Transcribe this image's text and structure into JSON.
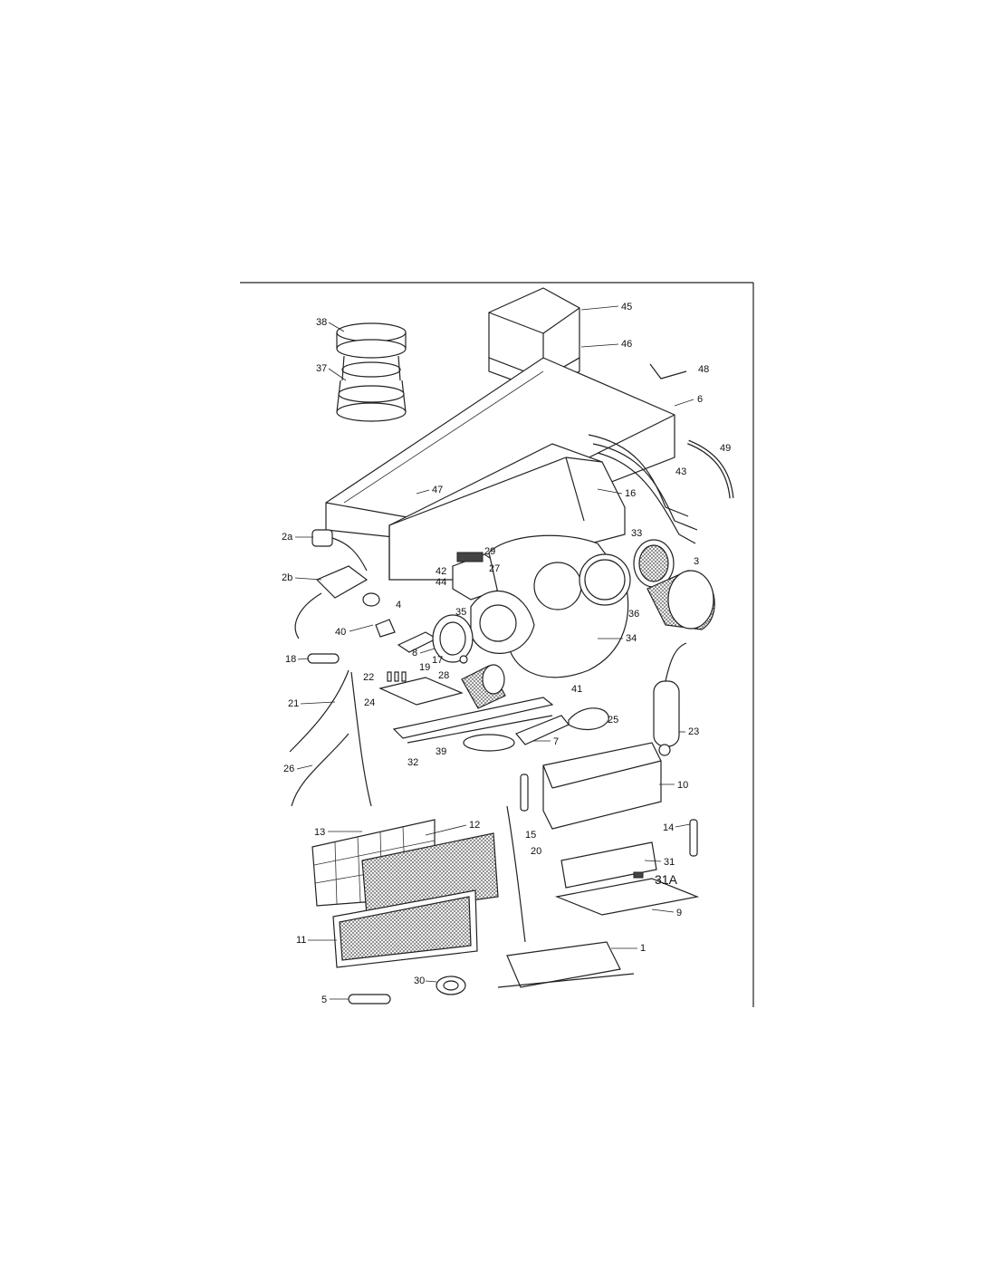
{
  "callouts": [
    {
      "id": "38",
      "label": "38"
    },
    {
      "id": "37",
      "label": "37"
    },
    {
      "id": "45",
      "label": "45"
    },
    {
      "id": "46",
      "label": "46"
    },
    {
      "id": "48",
      "label": "48"
    },
    {
      "id": "6",
      "label": "6"
    },
    {
      "id": "49",
      "label": "49"
    },
    {
      "id": "47",
      "label": "47"
    },
    {
      "id": "16",
      "label": "16"
    },
    {
      "id": "43",
      "label": "43"
    },
    {
      "id": "2a",
      "label": "2a"
    },
    {
      "id": "2b",
      "label": "2b"
    },
    {
      "id": "29",
      "label": "29"
    },
    {
      "id": "42",
      "label": "42"
    },
    {
      "id": "44",
      "label": "44"
    },
    {
      "id": "27",
      "label": "27"
    },
    {
      "id": "33",
      "label": "33"
    },
    {
      "id": "3",
      "label": "3"
    },
    {
      "id": "4",
      "label": "4"
    },
    {
      "id": "40",
      "label": "40"
    },
    {
      "id": "35",
      "label": "35"
    },
    {
      "id": "36",
      "label": "36"
    },
    {
      "id": "34",
      "label": "34"
    },
    {
      "id": "8",
      "label": "8"
    },
    {
      "id": "17",
      "label": "17"
    },
    {
      "id": "18",
      "label": "18"
    },
    {
      "id": "22",
      "label": "22"
    },
    {
      "id": "19",
      "label": "19"
    },
    {
      "id": "28",
      "label": "28"
    },
    {
      "id": "41",
      "label": "41"
    },
    {
      "id": "21",
      "label": "21"
    },
    {
      "id": "24",
      "label": "24"
    },
    {
      "id": "25",
      "label": "25"
    },
    {
      "id": "23",
      "label": "23"
    },
    {
      "id": "7",
      "label": "7"
    },
    {
      "id": "39",
      "label": "39"
    },
    {
      "id": "32",
      "label": "32"
    },
    {
      "id": "26",
      "label": "26"
    },
    {
      "id": "10",
      "label": "10"
    },
    {
      "id": "13",
      "label": "13"
    },
    {
      "id": "12",
      "label": "12"
    },
    {
      "id": "15",
      "label": "15"
    },
    {
      "id": "14",
      "label": "14"
    },
    {
      "id": "20",
      "label": "20"
    },
    {
      "id": "31",
      "label": "31"
    },
    {
      "id": "31A",
      "label": "31A"
    },
    {
      "id": "9",
      "label": "9"
    },
    {
      "id": "11",
      "label": "11"
    },
    {
      "id": "1",
      "label": "1"
    },
    {
      "id": "30",
      "label": "30"
    },
    {
      "id": "5",
      "label": "5"
    }
  ]
}
